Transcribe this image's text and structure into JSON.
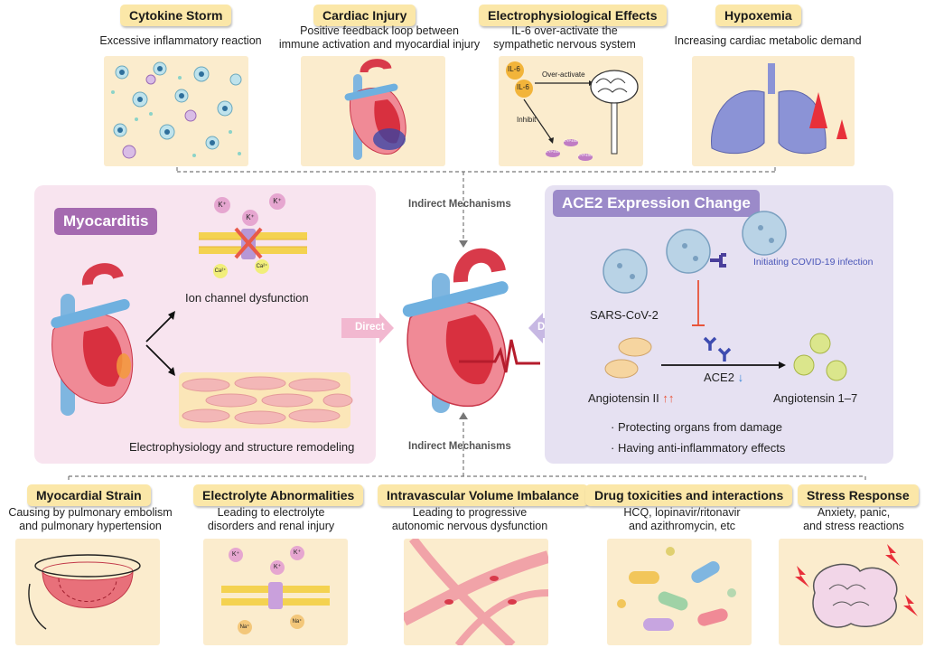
{
  "top": {
    "cytokine": {
      "title": "Cytokine Storm",
      "desc": "Excessive inflammatory reaction"
    },
    "cardiac": {
      "title": "Cardiac Injury",
      "desc_line1": "Positive feedback loop between",
      "desc_line2": "immune activation and myocardial injury"
    },
    "electro": {
      "title": "Electrophysiological Effects",
      "desc_line1": "IL-6 over-activate the",
      "desc_line2": "sympathetic nervous system",
      "il6_a": "IL-6",
      "il6_b": "IL-6",
      "over": "Over-activate",
      "inhibit": "Inhibit",
      "cyp1": "CYP450",
      "cyp2": "CYP450",
      "cyp3": "CYP450"
    },
    "hypox": {
      "title": "Hypoxemia",
      "desc": "Increasing cardiac metabolic demand"
    }
  },
  "center": {
    "indirect_top": "Indirect Mechanisms",
    "indirect_bottom": "Indirect Mechanisms",
    "direct_left": "Direct",
    "direct_right": "Direct"
  },
  "myocarditis": {
    "title": "Myocarditis",
    "ion": "Ion channel dysfunction",
    "remodel": "Electrophysiology and structure remodeling",
    "k1": "K⁺",
    "k2": "K⁺",
    "k3": "K⁺",
    "ca1": "Ca²⁺",
    "ca2": "Ca²⁺"
  },
  "ace2": {
    "title": "ACE2 Expression Change",
    "initiating": "Initiating COVID-19 infection",
    "sars": "SARS-CoV-2",
    "ang2": "Angiotensin II",
    "ang2_arrows": "↑↑",
    "ace2": "ACE2",
    "ace2_arrow": "↓",
    "ang17": "Angiotensin 1–7",
    "bullet1": "· Protecting organs from damage",
    "bullet2": "· Having anti-inflammatory effects"
  },
  "bottom": {
    "strain": {
      "title": "Myocardial Strain",
      "desc_line1": "Causing by pulmonary embolism",
      "desc_line2": "and pulmonary hypertension"
    },
    "electrolyte": {
      "title": "Electrolyte Abnormalities",
      "desc_line1": "Leading to electrolyte",
      "desc_line2": "disorders and renal injury",
      "k1": "K⁺",
      "k2": "K⁺",
      "k3": "K⁺",
      "na1": "Na⁺",
      "na2": "Na⁺"
    },
    "volume": {
      "title": "Intravascular Volume Imbalance",
      "desc_line1": "Leading to progressive",
      "desc_line2": "autonomic nervous dysfunction"
    },
    "drug": {
      "title": "Drug toxicities and interactions",
      "desc_line1": "HCQ, lopinavir/ritonavir",
      "desc_line2": "and azithromycin, etc"
    },
    "stress": {
      "title": "Stress Response",
      "desc_line1": "Anxiety, panic,",
      "desc_line2": "and stress reactions"
    }
  },
  "colors": {
    "tag_bg": "#fbe7a8",
    "myocarditis": "#a56ab0",
    "ace2_title": "#9b8ac9",
    "direct_pink": "#f2b8d0",
    "direct_violet": "#c7b8e3"
  }
}
